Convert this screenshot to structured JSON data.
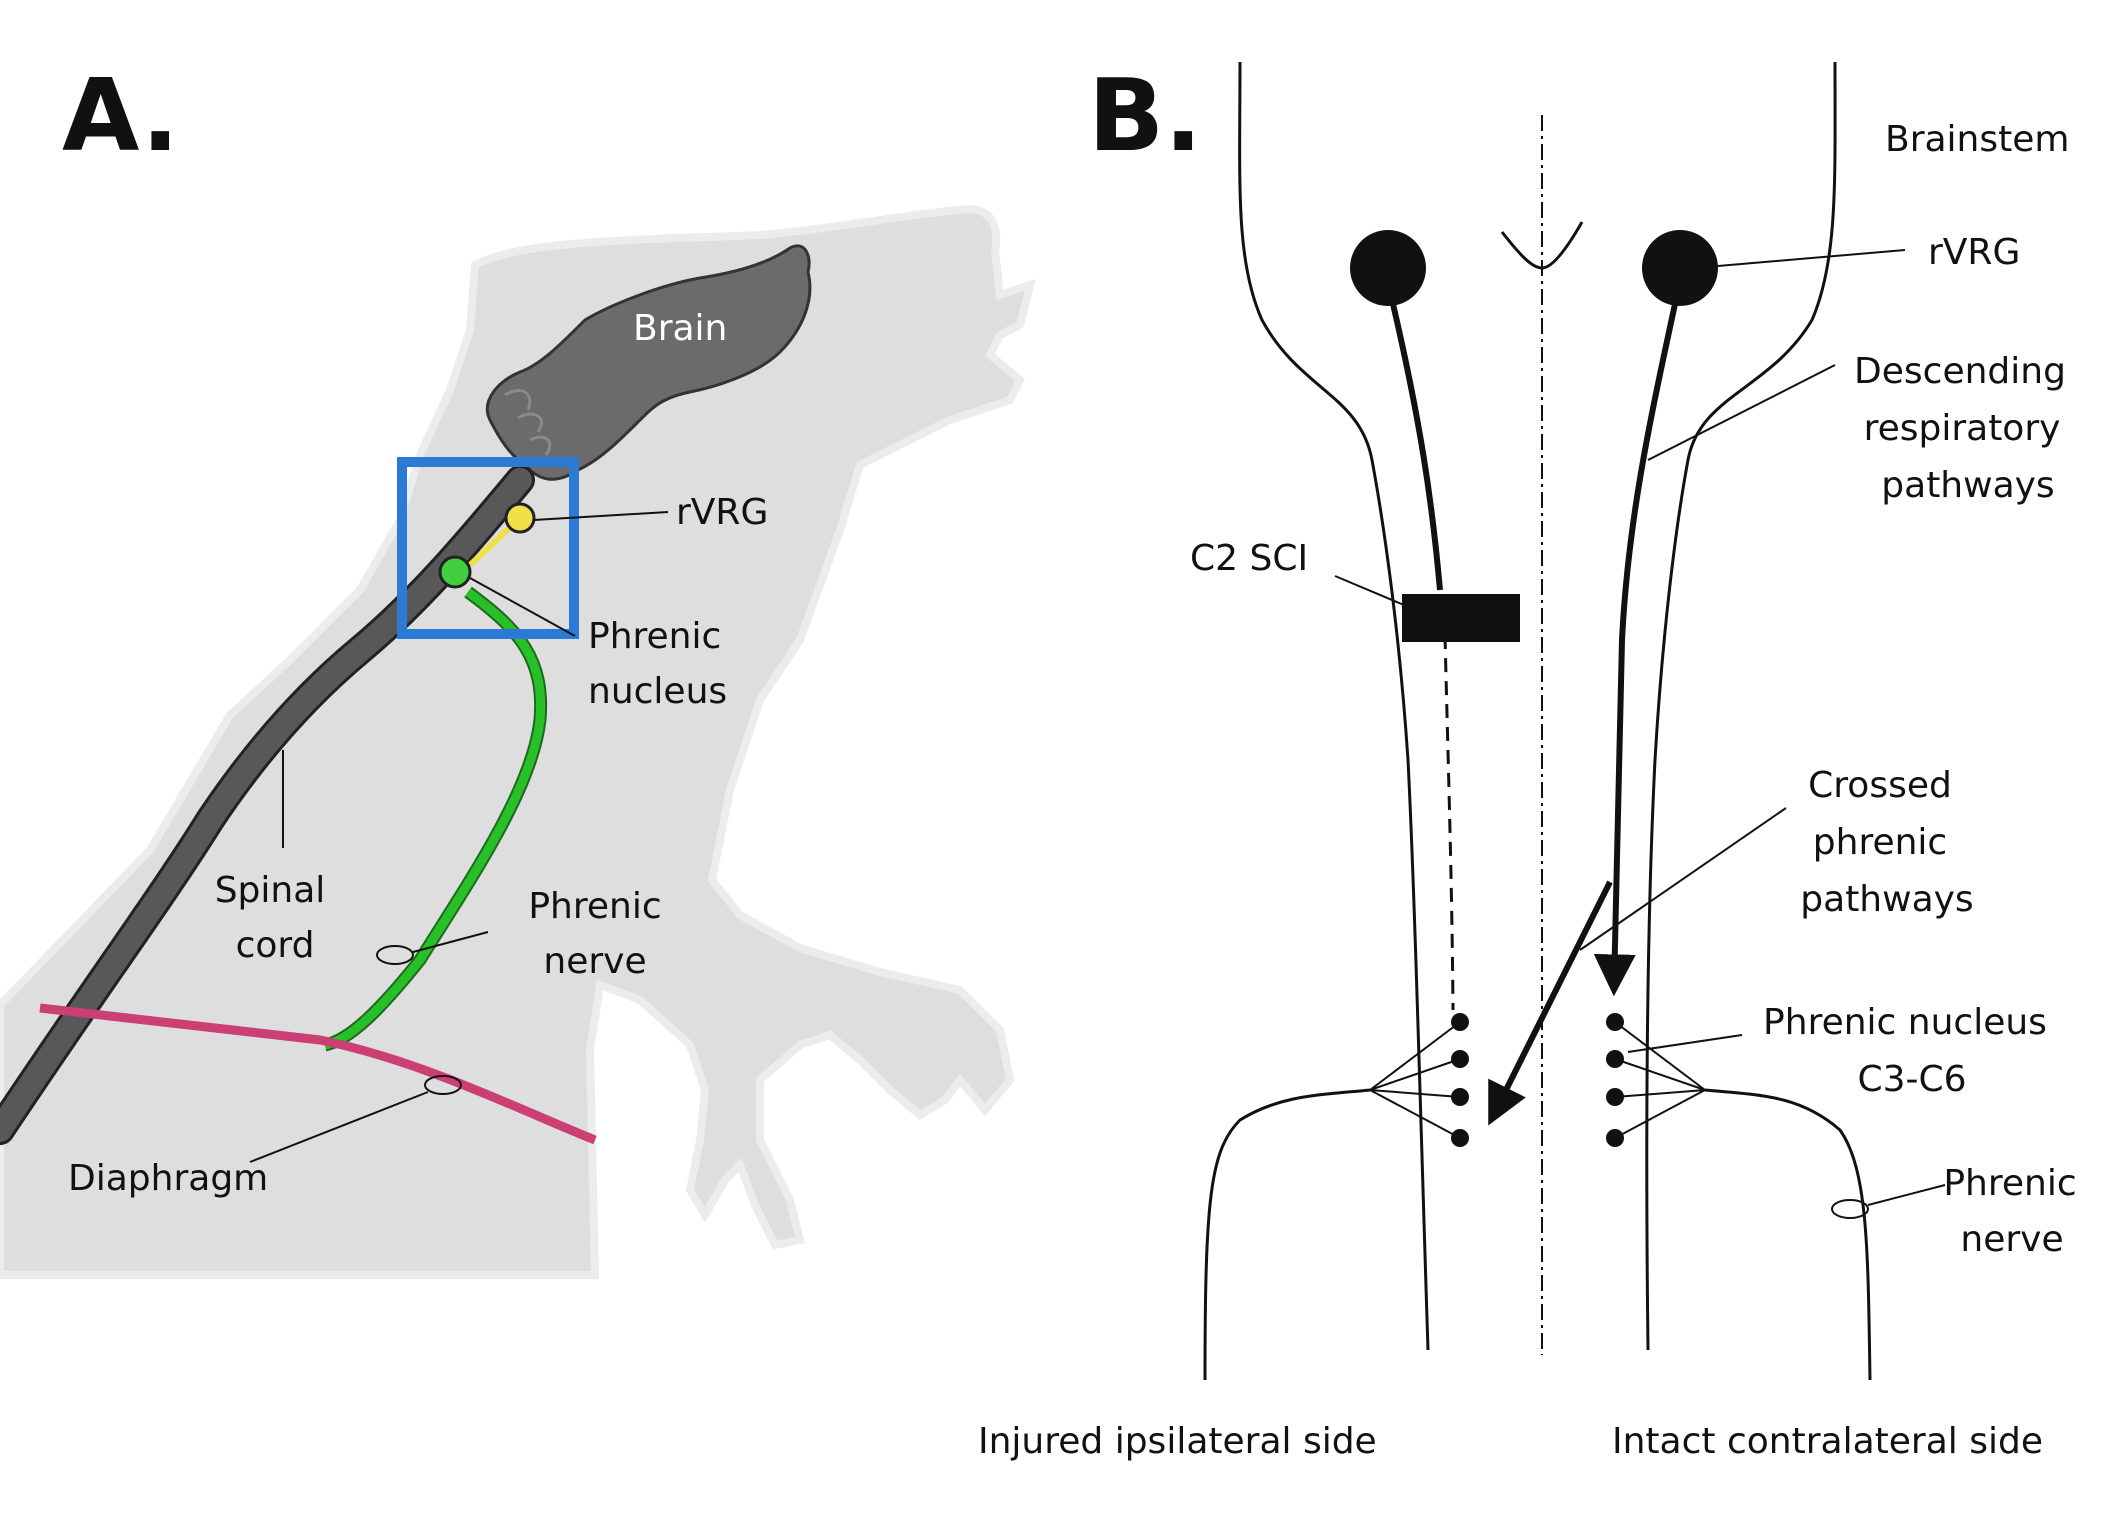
{
  "panel_a": {
    "letter": "A.",
    "labels": {
      "brain": "Brain",
      "rvrg": "rVRG",
      "phrenic_nucleus_line1": "Phrenic",
      "phrenic_nucleus_line2": "nucleus",
      "spinal_cord_line1": "Spinal",
      "spinal_cord_line2": "cord",
      "phrenic_nerve_line1": "Phrenic",
      "phrenic_nerve_line2": "nerve",
      "diaphragm": "Diaphragm"
    }
  },
  "panel_b": {
    "letter": "B.",
    "labels": {
      "brainstem": "Brainstem",
      "rvrg": "rVRG",
      "descending_line1": "Descending",
      "descending_line2": "respiratory",
      "descending_line3": "pathways",
      "c2_sci": "C2 SCI",
      "crossed_line1": "Crossed",
      "crossed_line2": "phrenic",
      "crossed_line3": "pathways",
      "phrenic_nucleus_line1": "Phrenic nucleus",
      "phrenic_nucleus_line2": "C3-C6",
      "phrenic_nerve_line1": "Phrenic",
      "phrenic_nerve_line2": "nerve",
      "injured_side": "Injured ipsilateral side",
      "intact_side": "Intact contralateral side"
    }
  },
  "colors": {
    "rat_silhouette": "#dedede",
    "brain": "#6b6b6b",
    "spinal_cord": "#585858",
    "highlight_box": "#2b7bd6",
    "rvrg_neuron": "#f1e04a",
    "phrenic_motoneuron": "#3fcf3f",
    "phrenic_nerve": "#28c028",
    "diaphragm": "#cc3f74",
    "ink": "#111111"
  }
}
